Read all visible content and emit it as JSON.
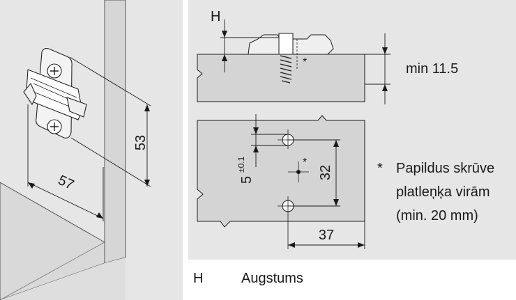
{
  "iso": {
    "dim_height": "53",
    "dim_width": "57"
  },
  "section": {
    "label_h": "H",
    "dim_min": "min 11.5",
    "asterisk": "*"
  },
  "plate": {
    "dim_offset": "5",
    "dim_offset_tol": "±0.1",
    "dim_vertical": "32",
    "dim_horizontal": "37",
    "asterisk": "*"
  },
  "note": {
    "star": "*",
    "lines": [
      "Papildus skrūve",
      "platleņķa virām",
      "(min. 20 mm)"
    ]
  },
  "legend": {
    "key": "H",
    "value": "Augstums"
  },
  "colors": {
    "background": "#e6e6e6",
    "surface": "#d4d4d4",
    "line": "#1a1a1a"
  }
}
